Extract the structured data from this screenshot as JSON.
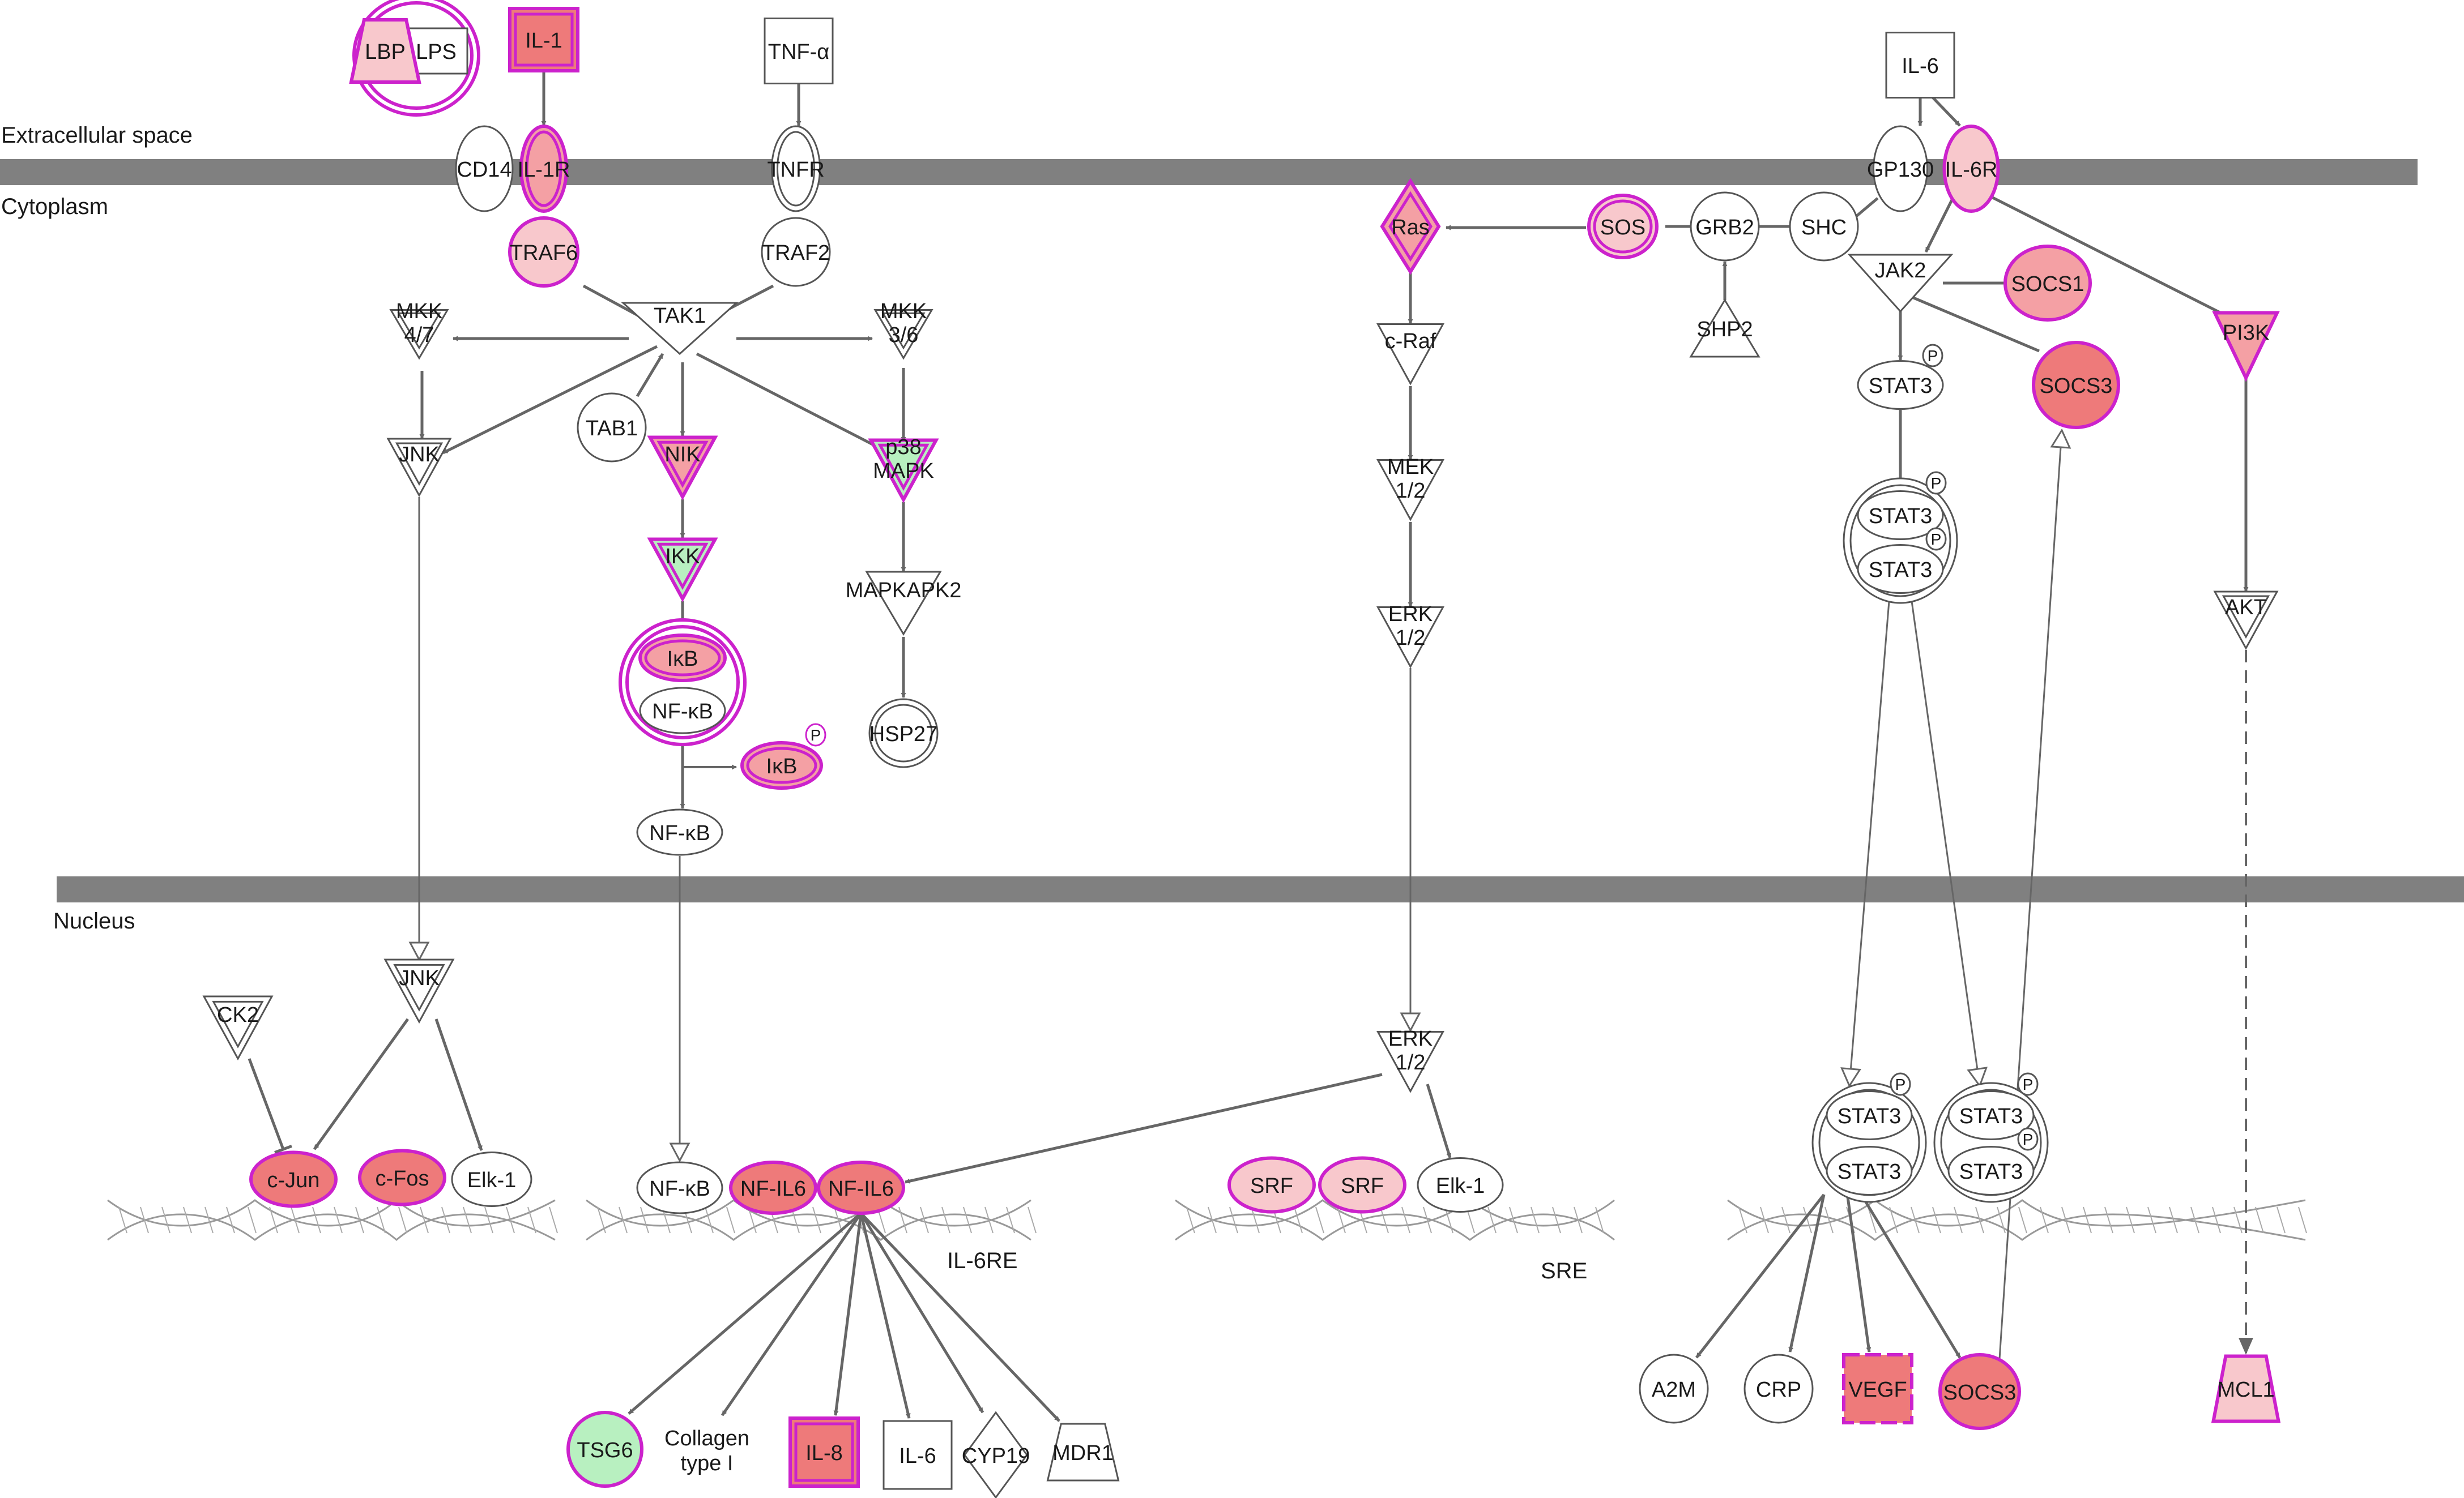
{
  "colors": {
    "membrane": "#808080",
    "edge": "#666666",
    "outline": "#555555",
    "highlight_stroke": "#cc22cc",
    "fill_none": "#ffffff",
    "fill_light": "#f8c8cc",
    "fill_medium": "#f4a0a4",
    "fill_strong": "#ee7a7a",
    "fill_green": "#b8f0c0"
  },
  "compartments": {
    "extracellular": "Extracellular space",
    "cytoplasm": "Cytoplasm",
    "nucleus": "Nucleus"
  },
  "phospho_label": "P",
  "nodes": [
    {
      "id": "lps",
      "label": "LPS",
      "shape": "rect"
    },
    {
      "id": "lbp",
      "label": "LBP",
      "shape": "trapezoid"
    },
    {
      "id": "il1",
      "label": "IL-1",
      "shape": "rect"
    },
    {
      "id": "tnfa",
      "label": "TNF-α",
      "shape": "rect"
    },
    {
      "id": "il6_ext",
      "label": "IL-6",
      "shape": "rect"
    },
    {
      "id": "cd14",
      "label": "CD14",
      "shape": "ellipse"
    },
    {
      "id": "il1r",
      "label": "IL-1R",
      "shape": "ellipse"
    },
    {
      "id": "tnfr",
      "label": "TNFR",
      "shape": "ellipse"
    },
    {
      "id": "gp130",
      "label": "GP130",
      "shape": "ellipse"
    },
    {
      "id": "il6r",
      "label": "IL-6R",
      "shape": "ellipse"
    },
    {
      "id": "traf6",
      "label": "TRAF6",
      "shape": "circle"
    },
    {
      "id": "traf2",
      "label": "TRAF2",
      "shape": "circle"
    },
    {
      "id": "tak1",
      "label": "TAK1",
      "shape": "triangle"
    },
    {
      "id": "mkk47",
      "label": "MKK 4/7",
      "shape": "triangle"
    },
    {
      "id": "mkk36",
      "label": "MKK 3/6",
      "shape": "triangle"
    },
    {
      "id": "tab1",
      "label": "TAB1",
      "shape": "circle"
    },
    {
      "id": "jnk_c",
      "label": "JNK",
      "shape": "triangle"
    },
    {
      "id": "nik",
      "label": "NIK",
      "shape": "triangle"
    },
    {
      "id": "p38",
      "label": "p38 MAPK",
      "shape": "triangle"
    },
    {
      "id": "ikk",
      "label": "IKK",
      "shape": "triangle"
    },
    {
      "id": "mapkapk2",
      "label": "MAPKAPK2",
      "shape": "triangle"
    },
    {
      "id": "ikb1",
      "label": "IκB",
      "shape": "ellipse"
    },
    {
      "id": "nfkb1",
      "label": "NF-κB",
      "shape": "ellipse"
    },
    {
      "id": "hsp27",
      "label": "HSP27",
      "shape": "circle"
    },
    {
      "id": "ikb2",
      "label": "IκB",
      "shape": "ellipse"
    },
    {
      "id": "nfkb2",
      "label": "NF-κB",
      "shape": "ellipse"
    },
    {
      "id": "ras",
      "label": "Ras",
      "shape": "diamond"
    },
    {
      "id": "sos",
      "label": "SOS",
      "shape": "ellipse"
    },
    {
      "id": "grb2",
      "label": "GRB2",
      "shape": "circle"
    },
    {
      "id": "shc",
      "label": "SHC",
      "shape": "circle"
    },
    {
      "id": "shp2",
      "label": "SHP2",
      "shape": "triangle-up"
    },
    {
      "id": "jak2",
      "label": "JAK2",
      "shape": "triangle"
    },
    {
      "id": "socs1",
      "label": "SOCS1",
      "shape": "circle"
    },
    {
      "id": "craf",
      "label": "c-Raf",
      "shape": "triangle"
    },
    {
      "id": "stat3_c",
      "label": "STAT3",
      "shape": "ellipse"
    },
    {
      "id": "socs3_c",
      "label": "SOCS3",
      "shape": "circle"
    },
    {
      "id": "pi3k",
      "label": "PI3K",
      "shape": "triangle"
    },
    {
      "id": "mek",
      "label": "MEK 1/2",
      "shape": "triangle"
    },
    {
      "id": "stat3d_a",
      "label": "STAT3",
      "shape": "ellipse"
    },
    {
      "id": "stat3d_b",
      "label": "STAT3",
      "shape": "ellipse"
    },
    {
      "id": "erk_c",
      "label": "ERK 1/2",
      "shape": "triangle"
    },
    {
      "id": "akt",
      "label": "AKT",
      "shape": "triangle"
    },
    {
      "id": "jnk_n",
      "label": "JNK",
      "shape": "triangle"
    },
    {
      "id": "ck2",
      "label": "CK2",
      "shape": "triangle"
    },
    {
      "id": "erk_n",
      "label": "ERK 1/2",
      "shape": "triangle"
    },
    {
      "id": "cjun",
      "label": "c-Jun",
      "shape": "ellipse"
    },
    {
      "id": "cfos",
      "label": "c-Fos",
      "shape": "ellipse"
    },
    {
      "id": "elk1a",
      "label": "Elk-1",
      "shape": "ellipse"
    },
    {
      "id": "nfkb_n",
      "label": "NF-κB",
      "shape": "ellipse"
    },
    {
      "id": "nfil6a",
      "label": "NF-IL6",
      "shape": "ellipse"
    },
    {
      "id": "nfil6b",
      "label": "NF-IL6",
      "shape": "ellipse"
    },
    {
      "id": "srf1",
      "label": "SRF",
      "shape": "ellipse"
    },
    {
      "id": "srf2",
      "label": "SRF",
      "shape": "ellipse"
    },
    {
      "id": "elk1b",
      "label": "Elk-1",
      "shape": "ellipse"
    },
    {
      "id": "stat3n1a",
      "label": "STAT3",
      "shape": "ellipse"
    },
    {
      "id": "stat3n1b",
      "label": "STAT3",
      "shape": "ellipse"
    },
    {
      "id": "stat3n2a",
      "label": "STAT3",
      "shape": "ellipse"
    },
    {
      "id": "stat3n2b",
      "label": "STAT3",
      "shape": "ellipse"
    },
    {
      "id": "tsg6",
      "label": "TSG6",
      "shape": "circle"
    },
    {
      "id": "collagen",
      "label": "Collagen type I",
      "shape": "none"
    },
    {
      "id": "il8",
      "label": "IL-8",
      "shape": "rect"
    },
    {
      "id": "il6_g",
      "label": "IL-6",
      "shape": "rect"
    },
    {
      "id": "cyp19",
      "label": "CYP19",
      "shape": "diamond"
    },
    {
      "id": "mdr1",
      "label": "MDR1",
      "shape": "trapezoid"
    },
    {
      "id": "a2m",
      "label": "A2M",
      "shape": "circle"
    },
    {
      "id": "crp",
      "label": "CRP",
      "shape": "circle"
    },
    {
      "id": "vegf",
      "label": "VEGF",
      "shape": "rect"
    },
    {
      "id": "socs3_g",
      "label": "SOCS3",
      "shape": "circle"
    },
    {
      "id": "mcl1",
      "label": "MCL1",
      "shape": "trapezoid"
    }
  ],
  "dna_labels": {
    "il6re": "IL-6RE",
    "sre": "SRE"
  }
}
